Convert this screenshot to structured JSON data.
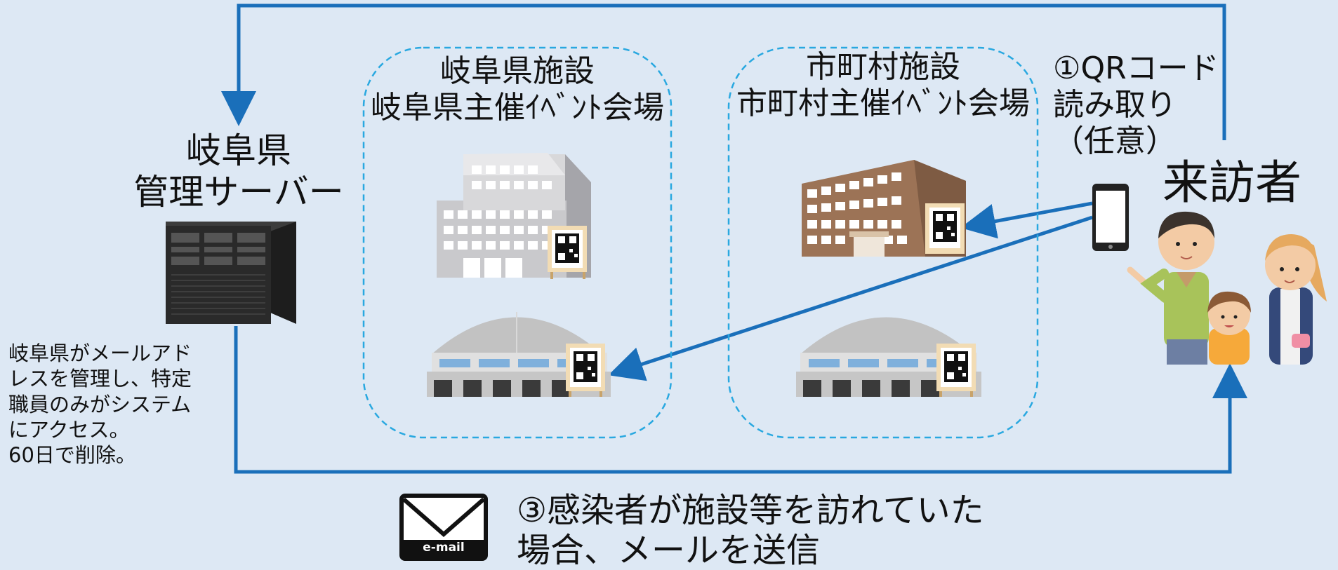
{
  "server": {
    "title_line1": "岐阜県",
    "title_line2": "管理サーバー",
    "note_lines": [
      "岐阜県がメールアド",
      "レスを管理し、特定",
      "職員のみがシステム",
      "にアクセス。",
      "60日で削除。"
    ]
  },
  "prefecture_zone": {
    "title_line1": "岐阜県施設",
    "title_line2": "岐阜県主催ｲﾍﾞﾝﾄ会場"
  },
  "municipal_zone": {
    "title_line1": "市町村施設",
    "title_line2": "市町村主催ｲﾍﾞﾝﾄ会場"
  },
  "visitor": {
    "label": "来訪者",
    "qr_step_lines": [
      "①QRコード",
      "読み取り",
      "（任意）"
    ]
  },
  "mail": {
    "icon_label": "e-mail",
    "message_line1": "③感染者が施設等を訪れていた",
    "message_line2": "場合、メールを送信"
  },
  "colors": {
    "background": "#dde8f4",
    "flow_arrow": "#1a6fba",
    "zone_border": "#29a8e0"
  }
}
